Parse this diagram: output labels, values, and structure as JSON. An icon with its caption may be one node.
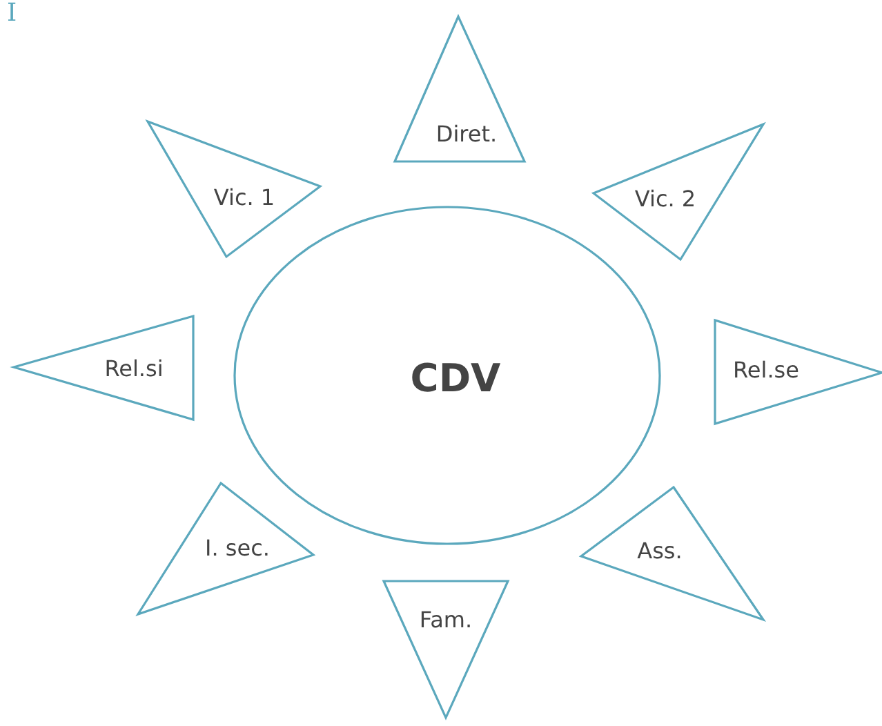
{
  "diagram": {
    "nodes": [
      {
        "text": [
          "Diret."
        ]
      },
      {
        "text": [
          "Vic. 1"
        ]
      },
      {
        "text": [
          "Vic. 2"
        ]
      },
      {
        "text": [
          "Rel.si"
        ]
      },
      {
        "text": [
          "CDV"
        ]
      },
      {
        "text": [
          "Rel.se"
        ]
      },
      {
        "text": [
          "I. sec."
        ]
      },
      {
        "text": [
          "Ass."
        ]
      },
      {
        "text": [
          "Fam."
        ]
      }
    ],
    "labels": [
      "I"
    ]
  }
}
